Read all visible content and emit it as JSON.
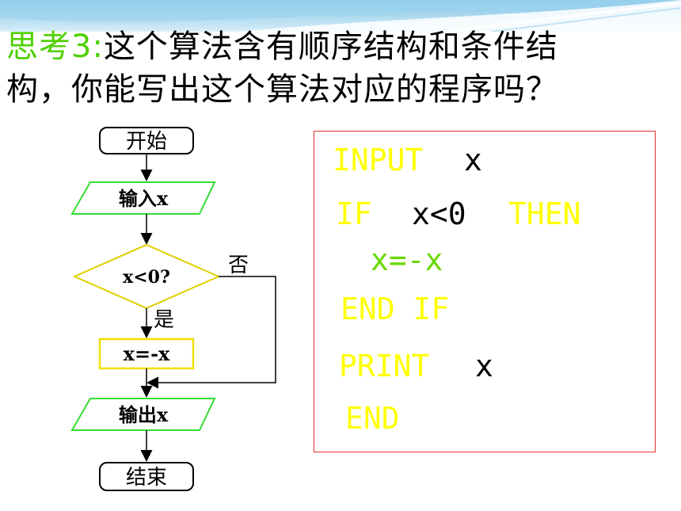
{
  "question": {
    "label": "思考3:",
    "line1": "这个算法含有顺序结构和条件结",
    "line2": "构，你能写出这个算法对应的程序吗？"
  },
  "flowchart": {
    "start": "开始",
    "input": "输入x",
    "condition": "x<0?",
    "no": "否",
    "yes": "是",
    "process": "x=-x",
    "output": "输出x",
    "end": "结束"
  },
  "program": {
    "line1_kw": "INPUT",
    "line1_var": "x",
    "line2_kw": "IF",
    "line2_cond": "x<0",
    "line2_kw2": "THEN",
    "line3": "x=-x",
    "line4": "END IF",
    "line5_kw": "PRINT",
    "line5_var": "x",
    "line6": "END"
  },
  "colors": {
    "question_label": "#4ed000",
    "io_border": "#33dd33",
    "decision_border": "#e0d000",
    "process_border": "#f0e000",
    "keyword": "#ffff00",
    "assign": "#6ad800",
    "code_border": "#e03030"
  }
}
